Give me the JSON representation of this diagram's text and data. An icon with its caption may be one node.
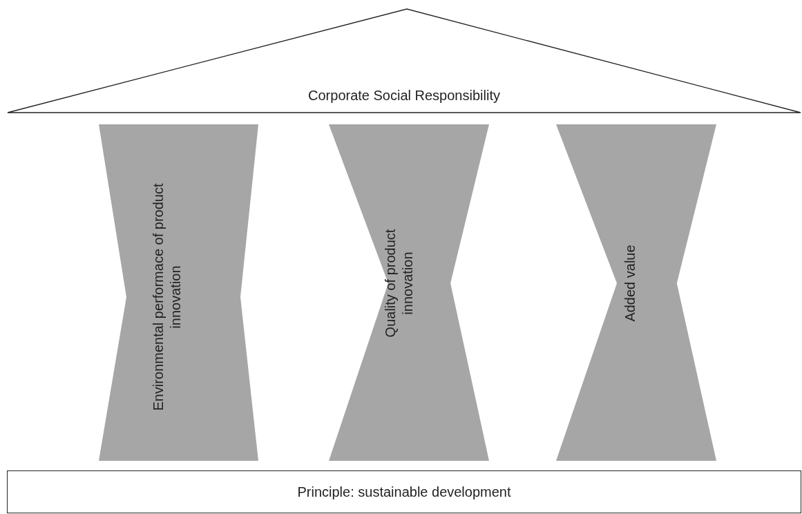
{
  "diagram": {
    "nodes": [
      {
        "text": [
          "Corporate Social Responsibility"
        ]
      },
      {
        "text": [
          "Environmental performace of product innovation"
        ]
      },
      {
        "text": [
          "Quality of product innovation"
        ]
      },
      {
        "text": [
          "Added value"
        ]
      },
      {
        "text": [
          "Principle: sustainable development"
        ]
      }
    ]
  }
}
